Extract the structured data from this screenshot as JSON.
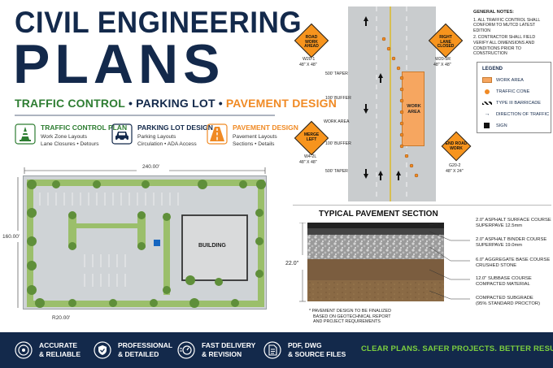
{
  "header": {
    "title_line1": "CIVIL ENGINEERING",
    "title_line2": "PLANS",
    "subtitle_part1": "TRAFFIC CONTROL",
    "subtitle_sep": "•",
    "subtitle_part2": "PARKING LOT",
    "subtitle_part3": "PAVEMENT DESIGN"
  },
  "features": [
    {
      "title": "TRAFFIC CONTROL PLAN",
      "line1": "Work Zone Layouts",
      "line2": "Lane Closures • Detours",
      "icon": "traffic-cone-icon"
    },
    {
      "title": "PARKING LOT DESIGN",
      "line1": "Parking Layouts",
      "line2": "Circulation • ADA Access",
      "icon": "car-icon"
    },
    {
      "title": "PAVEMENT DESIGN",
      "line1": "Pavement Layouts",
      "line2": "Sections • Details",
      "icon": "road-icon"
    }
  ],
  "site_plan": {
    "width_dim": "240.00'",
    "height_dim": "160.00'",
    "radius_dim": "R20.00'",
    "building_label": "BUILDING"
  },
  "traffic_control": {
    "notes_title": "GENERAL NOTES:",
    "note1": "1. ALL TRAFFIC CONTROL SHALL CONFORM TO MUTCD LATEST EDITION",
    "note2": "2. CONTRACTOR SHALL FIELD VERIFY ALL DIMENSIONS AND CONDITIONS PRIOR TO CONSTRUCTION",
    "legend_title": "LEGEND",
    "legend": [
      "WORK AREA",
      "TRAFFIC CONE",
      "TYPE III BARRICADE",
      "DIRECTION OF TRAFFIC",
      "SIGN"
    ],
    "signs": [
      {
        "text": "ROAD WORK AHEAD",
        "code": "W20-1",
        "size": "48\" X 48\""
      },
      {
        "text": "RIGHT LANE CLOSED",
        "code": "W20-5R",
        "size": "48\" X 48\""
      },
      {
        "text": "MERGE LEFT",
        "code": "W4-2L",
        "size": "48\" X 48\""
      },
      {
        "text": "END ROAD WORK",
        "code": "G20-2",
        "size": "48\" X 24\""
      }
    ],
    "work_area_label": "WORK AREA",
    "dims": {
      "taper_top": "500' TAPER",
      "buffer_top": "100' BUFFER",
      "work_area": "WORK AREA",
      "buffer_bottom": "100' BUFFER",
      "taper_bottom": "500' TAPER"
    }
  },
  "pavement": {
    "title": "TYPICAL PAVEMENT SECTION",
    "thickness": "22.0\"",
    "layers": [
      {
        "l1": "2.0\" ASPHALT SURFACE COURSE",
        "l2": "SUPERPAVE 12.5mm"
      },
      {
        "l1": "2.0\" ASPHALT BINDER COURSE",
        "l2": "SUPERPAVE 19.0mm"
      },
      {
        "l1": "6.0\" AGGREGATE BASE COURSE",
        "l2": "CRUSHED STONE"
      },
      {
        "l1": "12.0\" SUBBASE COURSE",
        "l2": "COMPACTED MATERIAL"
      },
      {
        "l1": "COMPACTED SUBGRADE",
        "l2": "(95% STANDARD PROCTOR)"
      }
    ],
    "note_l1": "* PAVEMENT DESIGN TO BE FINALIZED",
    "note_l2": "BASED ON GEOTECHNICAL REPORT",
    "note_l3": "AND PROJECT REQUIREMENTS"
  },
  "footer": {
    "items": [
      {
        "l1": "ACCURATE",
        "l2": "& RELIABLE",
        "icon": "target-icon"
      },
      {
        "l1": "PROFESSIONAL",
        "l2": "& DETAILED",
        "icon": "shield-check-icon"
      },
      {
        "l1": "FAST DELIVERY",
        "l2": "& REVISION",
        "icon": "speed-icon"
      },
      {
        "l1": "PDF, DWG",
        "l2": "& SOURCE FILES",
        "icon": "file-icon"
      }
    ],
    "tagline": "CLEAR PLANS. SAFER PROJECTS. BETTER RESULTS."
  },
  "colors": {
    "navy": "#13294b",
    "green": "#2e7d32",
    "orange": "#f08a24",
    "lime": "#7ccf3f"
  }
}
